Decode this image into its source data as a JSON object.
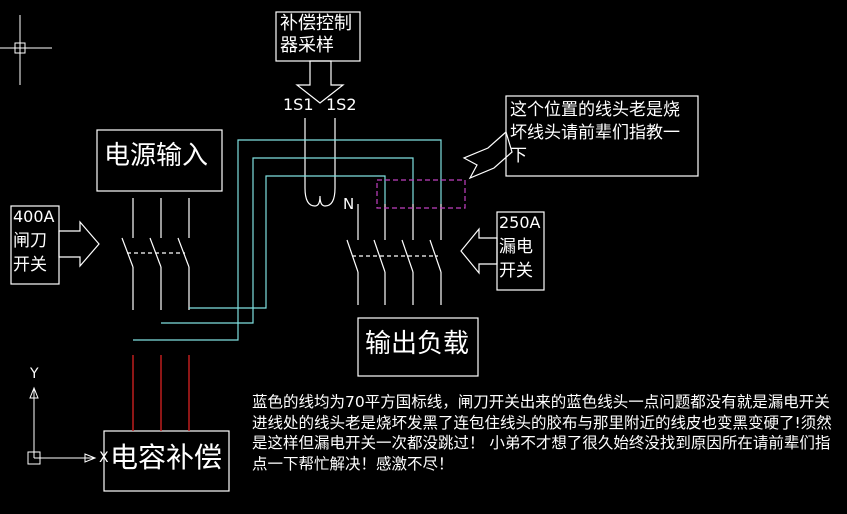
{
  "boxes": {
    "comp_control": {
      "line1": "补偿控制",
      "line2": "器采样"
    },
    "power_input": "电源输入",
    "output_load": "输出负载",
    "cap_comp": "电容补偿",
    "knife_switch": {
      "line1": "400A",
      "line2": "闸刀",
      "line3": "开关"
    },
    "leak_switch": {
      "line1": "250A",
      "line2": "漏电",
      "line3": "开关"
    },
    "question": {
      "line1": "这个位置的线头老是烧",
      "line2": "坏线头请前辈们指教一",
      "line3": "下"
    }
  },
  "labels": {
    "s1": "1S1",
    "s2": "1S2",
    "n": "N",
    "axis_y": "Y",
    "axis_x": "X"
  },
  "note": "蓝色的线均为70平方国标线，闸刀开关出来的蓝色线头一点问题都没有就是漏电开关进线处的线头老是烧坏发黑了连包住线头的胶布与那里附近的线皮也变黑变硬了!须然是这样但漏电开关一次都没跳过！ 小弟不才想了很久始终没找到原因所在请前辈们指点一下帮忙解决！感激不尽！",
  "colors": {
    "background": "#000000",
    "lines": "#ffffff",
    "cyan_wire": "#7fe0e0",
    "red_wire": "#cc2020",
    "magenta_box": "#c040c0"
  }
}
